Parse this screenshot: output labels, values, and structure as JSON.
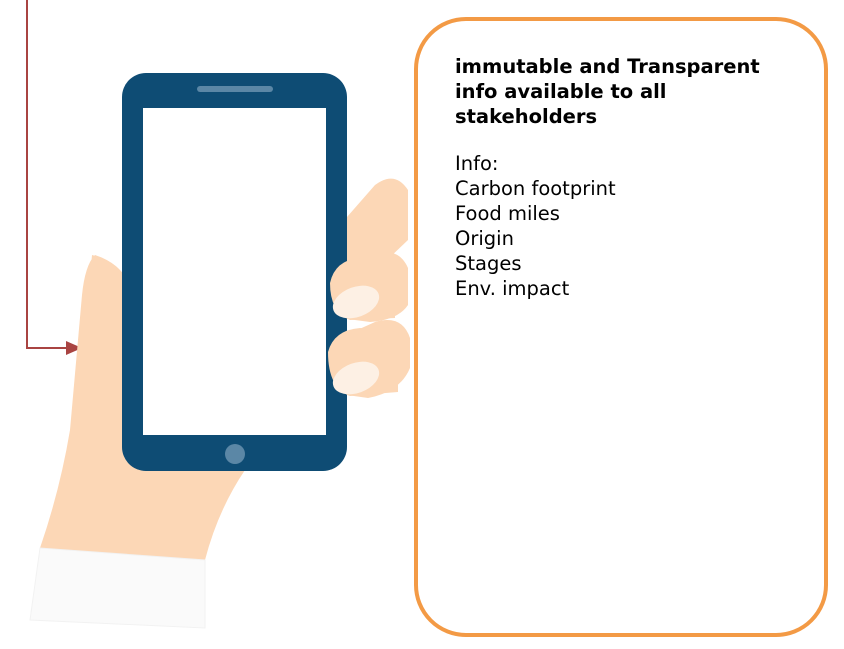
{
  "colors": {
    "box_border": "#F39A45",
    "phone_body": "#0E4C74",
    "screen": "#FFFFFF",
    "skin": "#FCD7B6",
    "nail": "#FDF0E4",
    "arrow": "#A94442"
  },
  "icons": [
    "hand-icon",
    "smartphone-icon",
    "home-button-icon"
  ],
  "info_box": {
    "headline": "immutable and Transparent info available to all stakeholders",
    "info_heading": "Info:",
    "items": [
      "Carbon footprint",
      "Food miles",
      "Origin",
      "Stages",
      "Env. impact"
    ]
  }
}
